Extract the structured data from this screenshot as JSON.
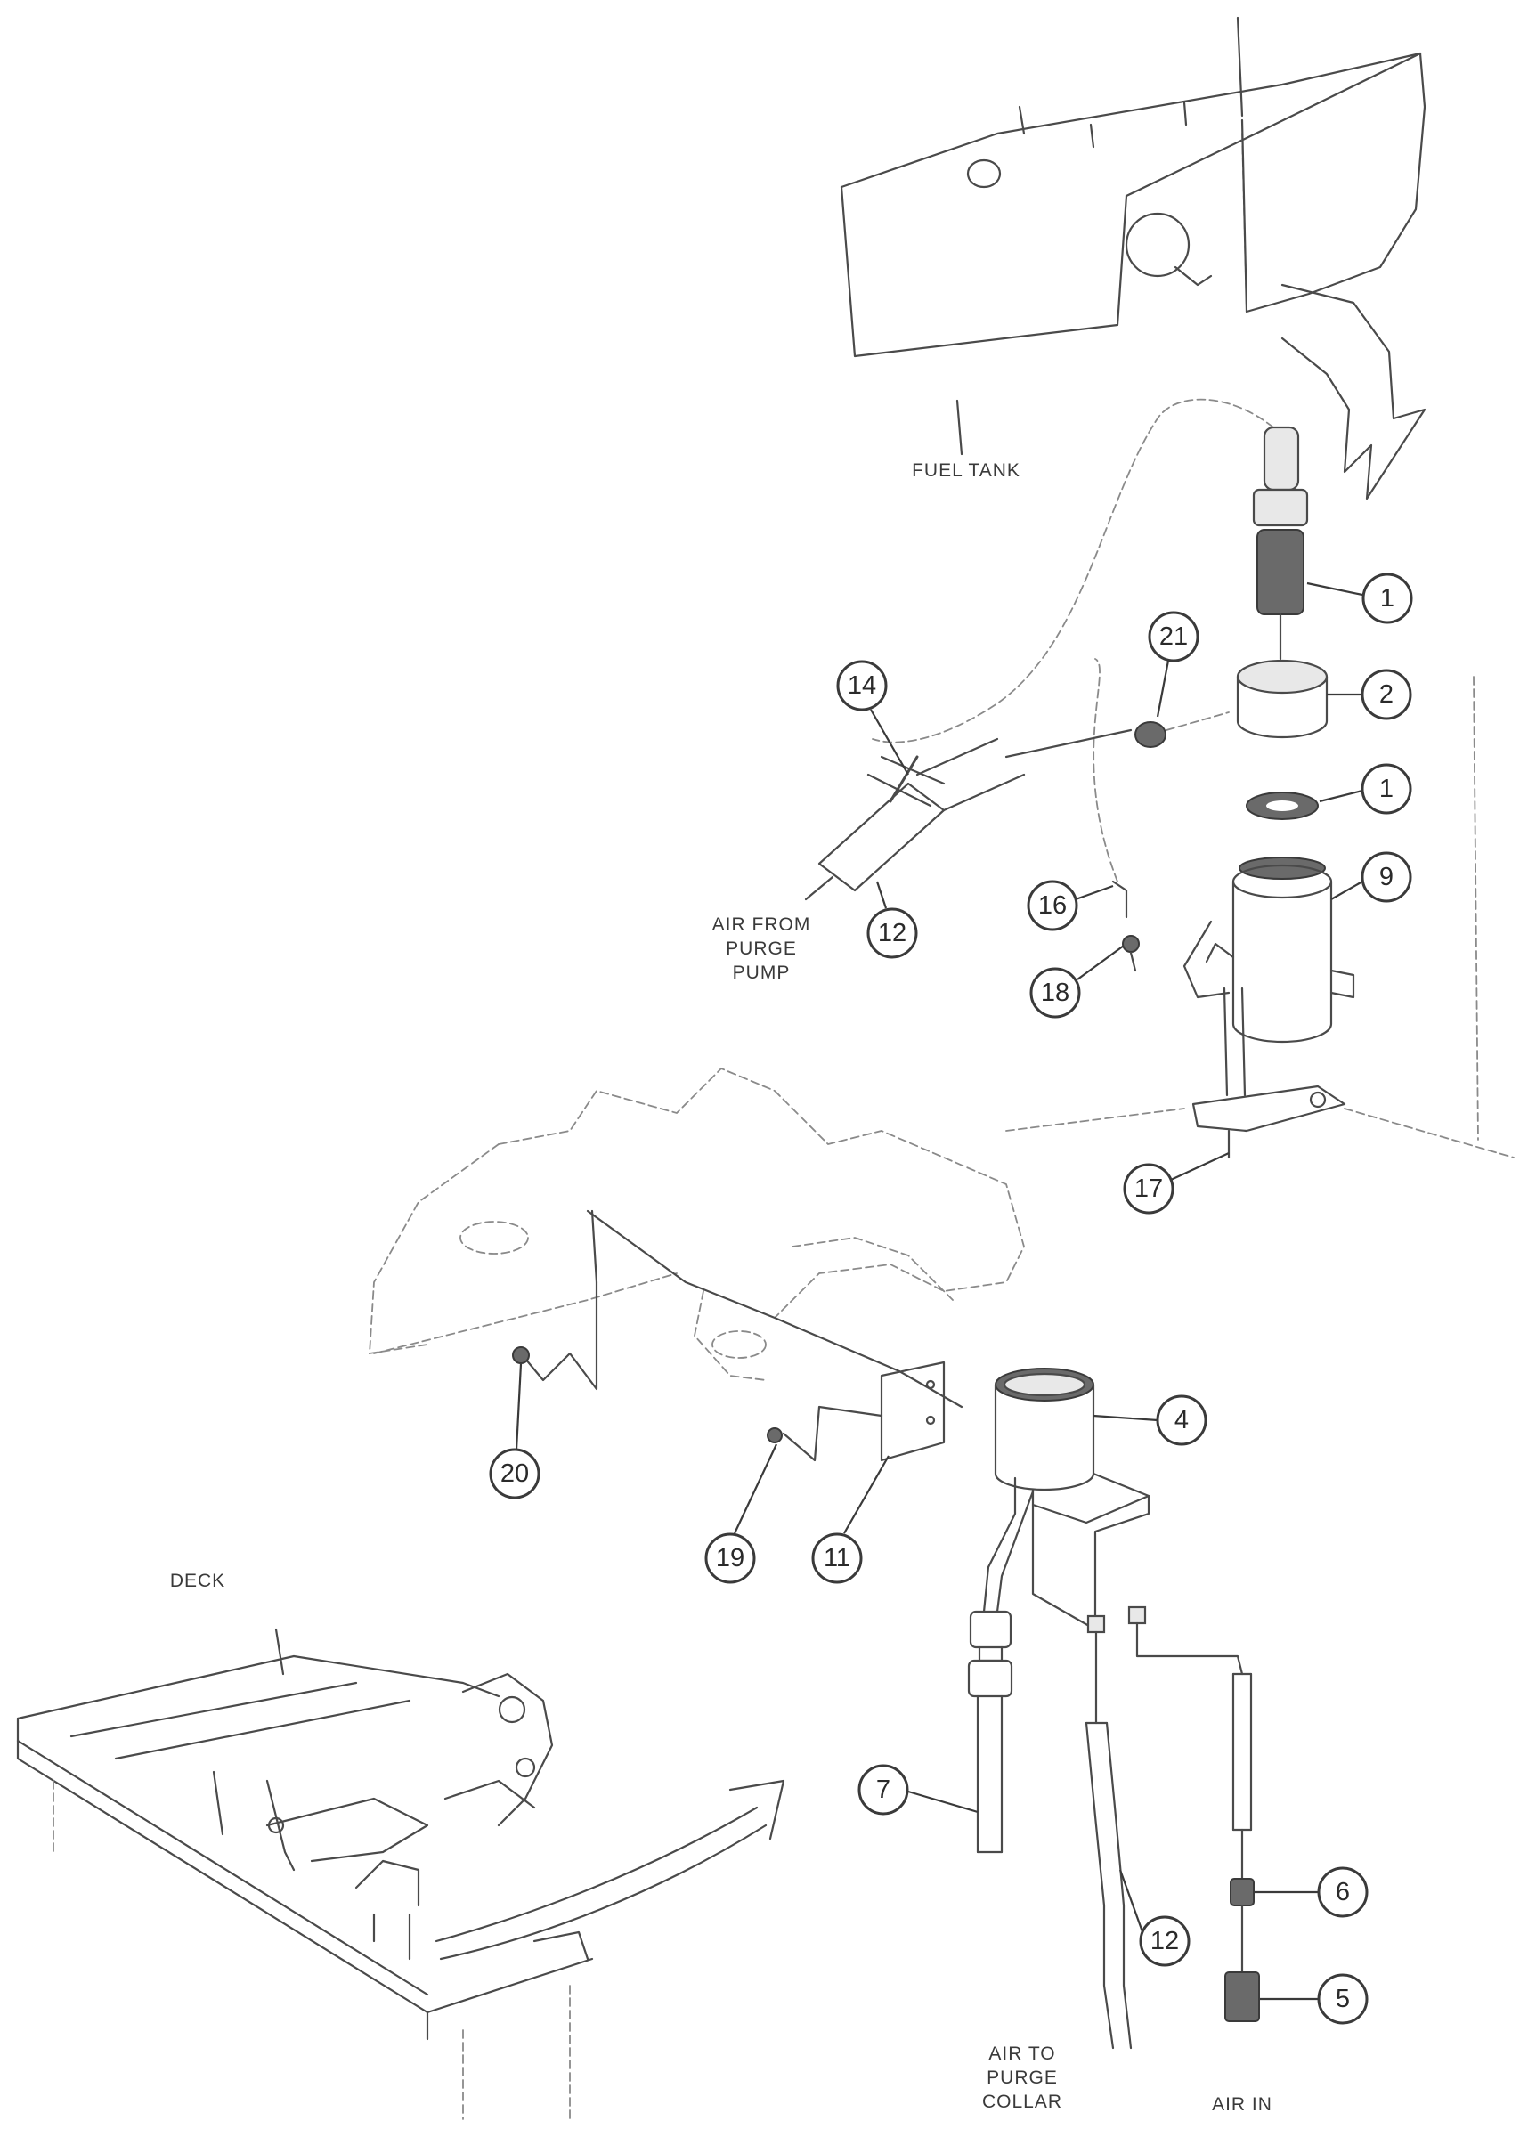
{
  "labels": {
    "fuel_tank": "FUEL TANK",
    "air_from_purge_pump": [
      "AIR FROM",
      "PURGE",
      "PUMP"
    ],
    "deck": "DECK",
    "air_to_purge_collar": [
      "AIR TO",
      "PURGE",
      "COLLAR"
    ],
    "air_in": "AIR IN"
  },
  "callouts": [
    "1",
    "2",
    "1",
    "9",
    "21",
    "14",
    "12",
    "16",
    "18",
    "17",
    "4",
    "20",
    "19",
    "11",
    "7",
    "12",
    "6",
    "5"
  ],
  "colors": {
    "line": "#4a4a4a",
    "background": "#ffffff"
  }
}
